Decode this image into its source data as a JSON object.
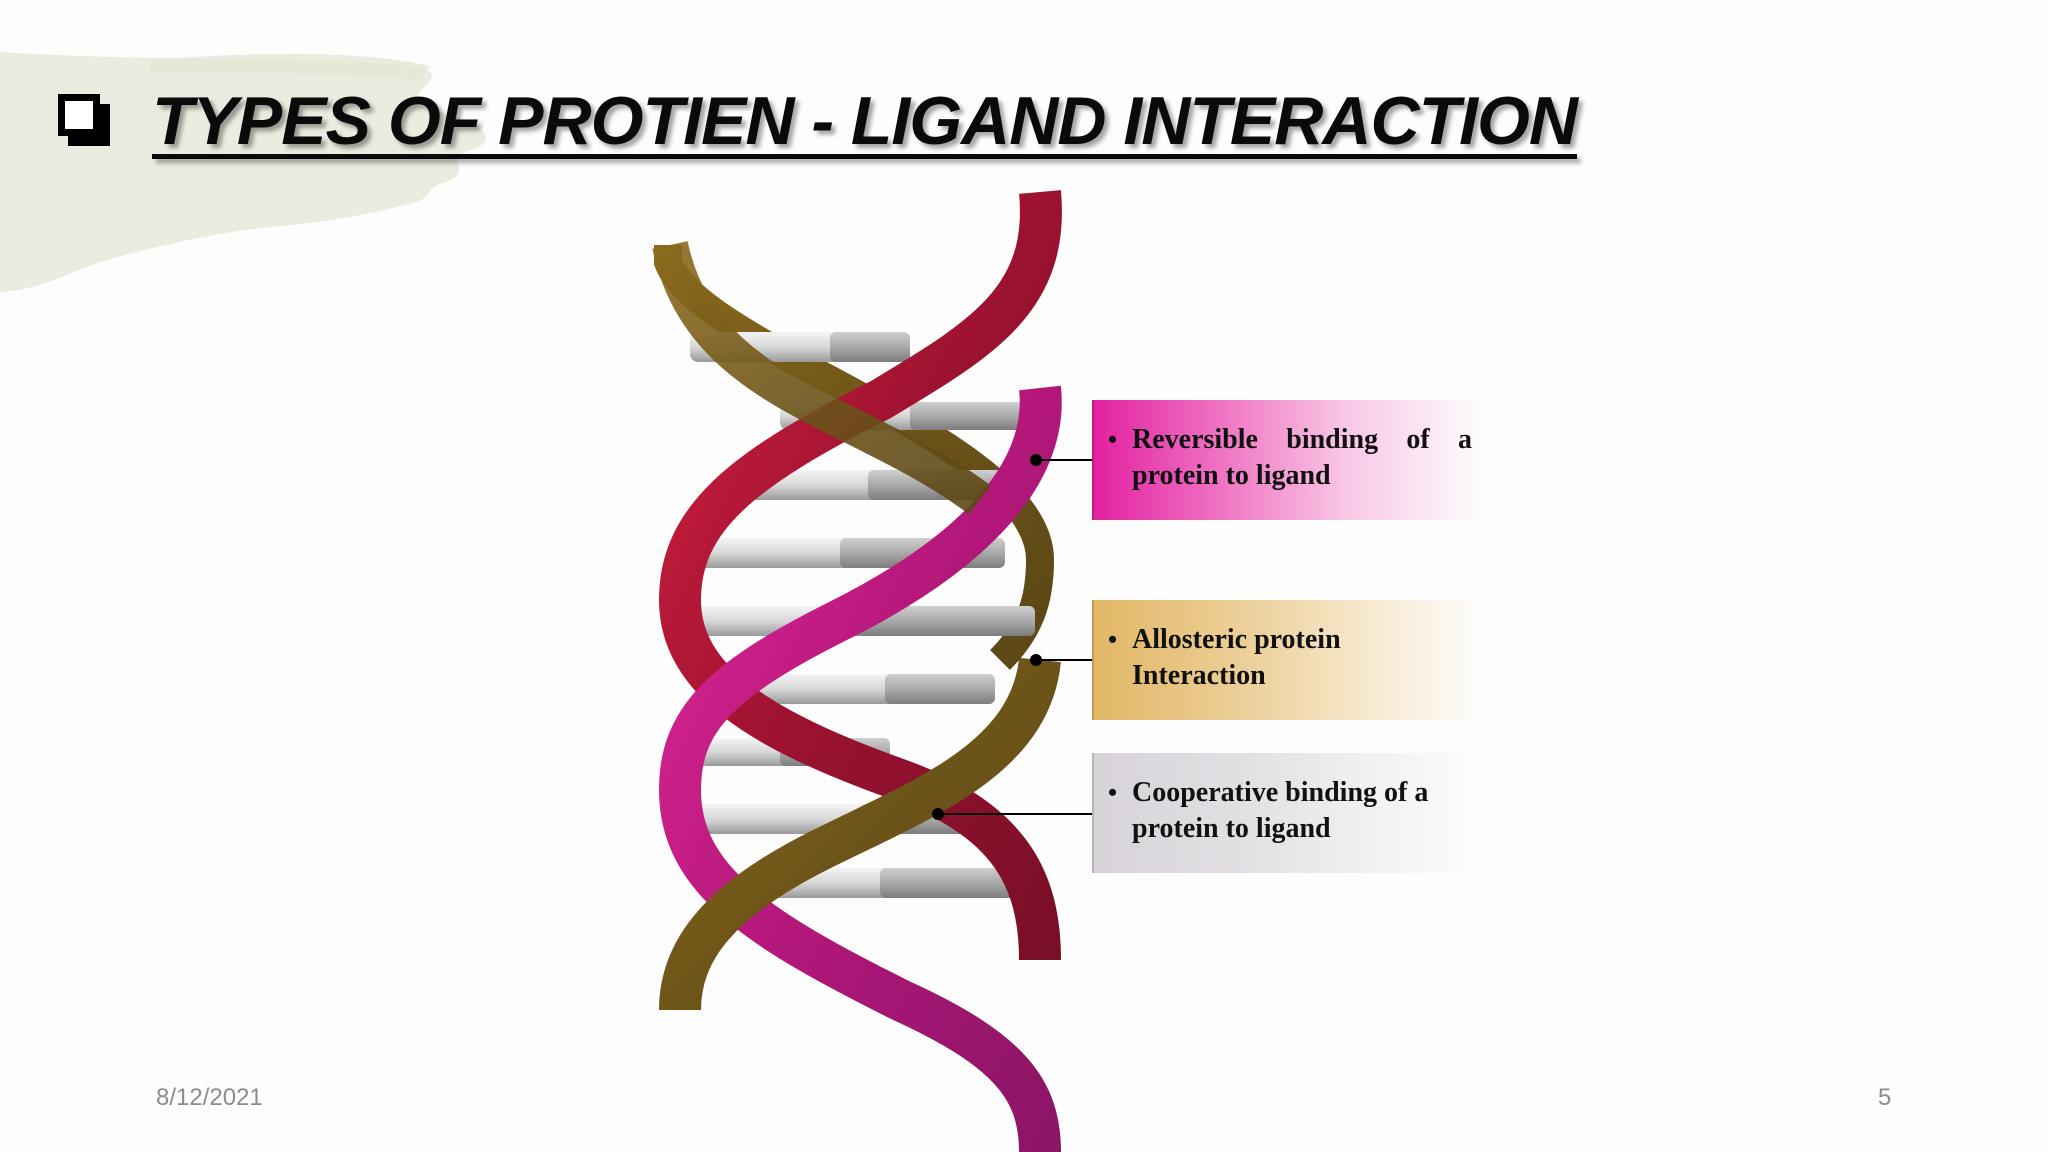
{
  "slide": {
    "title": "TYPES OF PROTIEN - LIGAND INTERACTION",
    "title_icon": "checkbox-square-icon",
    "colors": {
      "brush": "#e9ecde",
      "strand_red": "#b0163a",
      "strand_magenta": "#c01a86",
      "strand_olive": "#7a5c1a",
      "rungs": "#c9c9c9"
    }
  },
  "callouts": [
    {
      "bullet": "•",
      "text": "Reversible binding of a protein to ligand",
      "color": "#e21fa0"
    },
    {
      "bullet": "•",
      "text": "Allosteric protein Interaction",
      "color": "#e2b766"
    },
    {
      "bullet": "•",
      "text": "Cooperative binding of a protein to ligand",
      "color": "#d7d3d9"
    }
  ],
  "footer": {
    "date": "8/12/2021",
    "page_number": "5"
  }
}
